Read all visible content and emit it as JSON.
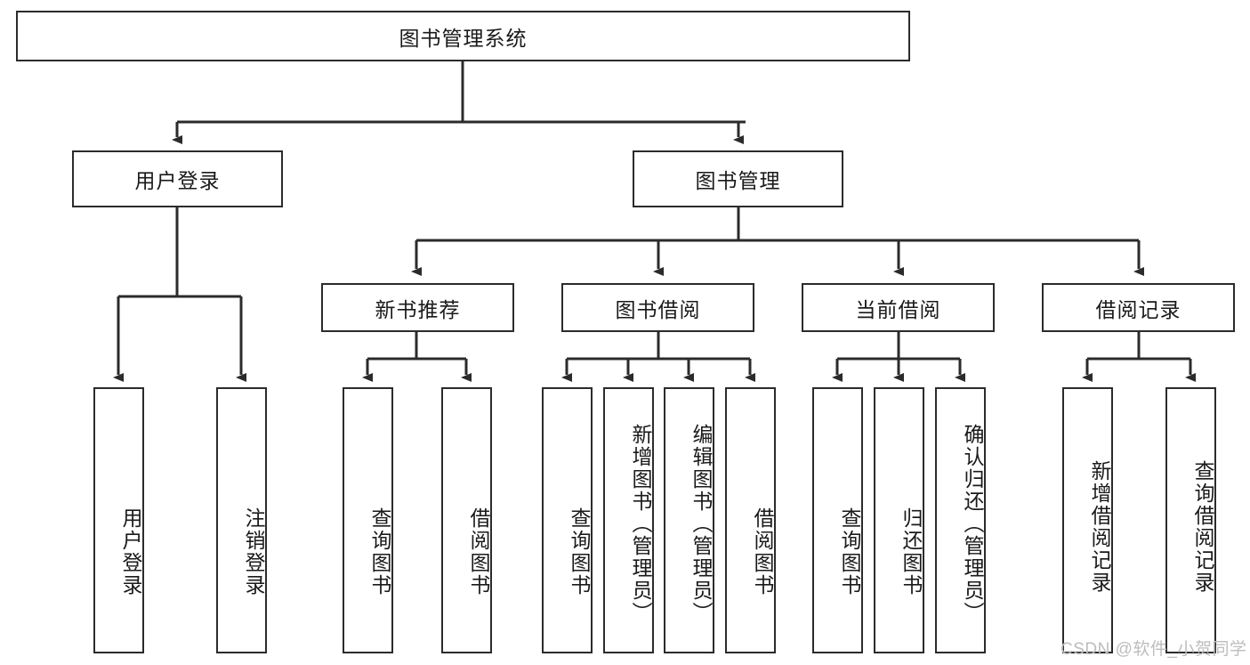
{
  "diagram": {
    "type": "tree-hierarchy-flowchart",
    "title": "图书管理系统",
    "root": {
      "id": "root",
      "label": "图书管理系统"
    },
    "level2": [
      {
        "id": "user-login",
        "label": "用户登录"
      },
      {
        "id": "book-manage",
        "label": "图书管理"
      }
    ],
    "level3": [
      {
        "id": "new-book-recommend",
        "label": "新书推荐",
        "parent": "book-manage"
      },
      {
        "id": "book-borrow",
        "label": "图书借阅",
        "parent": "book-manage"
      },
      {
        "id": "current-borrow",
        "label": "当前借阅",
        "parent": "book-manage"
      },
      {
        "id": "borrow-record",
        "label": "借阅记录",
        "parent": "book-manage"
      }
    ],
    "leaves": [
      {
        "id": "leaf-user-login",
        "label": "用户登录",
        "parent": "user-login"
      },
      {
        "id": "leaf-logout",
        "label": "注销登录",
        "parent": "user-login"
      },
      {
        "id": "leaf-query-book-1",
        "label": "查询图书",
        "parent": "new-book-recommend"
      },
      {
        "id": "leaf-borrow-book-1",
        "label": "借阅图书",
        "parent": "new-book-recommend"
      },
      {
        "id": "leaf-query-book-2",
        "label": "查询图书",
        "parent": "book-borrow"
      },
      {
        "id": "leaf-add-book",
        "label": "新增图书（管理员）",
        "parent": "book-borrow"
      },
      {
        "id": "leaf-edit-book",
        "label": "编辑图书（管理员）",
        "parent": "book-borrow"
      },
      {
        "id": "leaf-borrow-book-2",
        "label": "借阅图书",
        "parent": "book-borrow"
      },
      {
        "id": "leaf-query-book-3",
        "label": "查询图书",
        "parent": "current-borrow"
      },
      {
        "id": "leaf-return-book",
        "label": "归还图书",
        "parent": "current-borrow"
      },
      {
        "id": "leaf-confirm-return",
        "label": "确认归还（管理员）",
        "parent": "current-borrow"
      },
      {
        "id": "leaf-add-record",
        "label": "新增借阅记录",
        "parent": "borrow-record"
      },
      {
        "id": "leaf-query-record",
        "label": "查询借阅记录",
        "parent": "borrow-record"
      }
    ],
    "colors": {
      "stroke": "#2b2b2b",
      "fill": "#ffffff",
      "text": "#1a1a1a",
      "watermark": "#bdbdbd"
    }
  },
  "watermark": {
    "text": "CSDN @软件_小贺同学"
  }
}
